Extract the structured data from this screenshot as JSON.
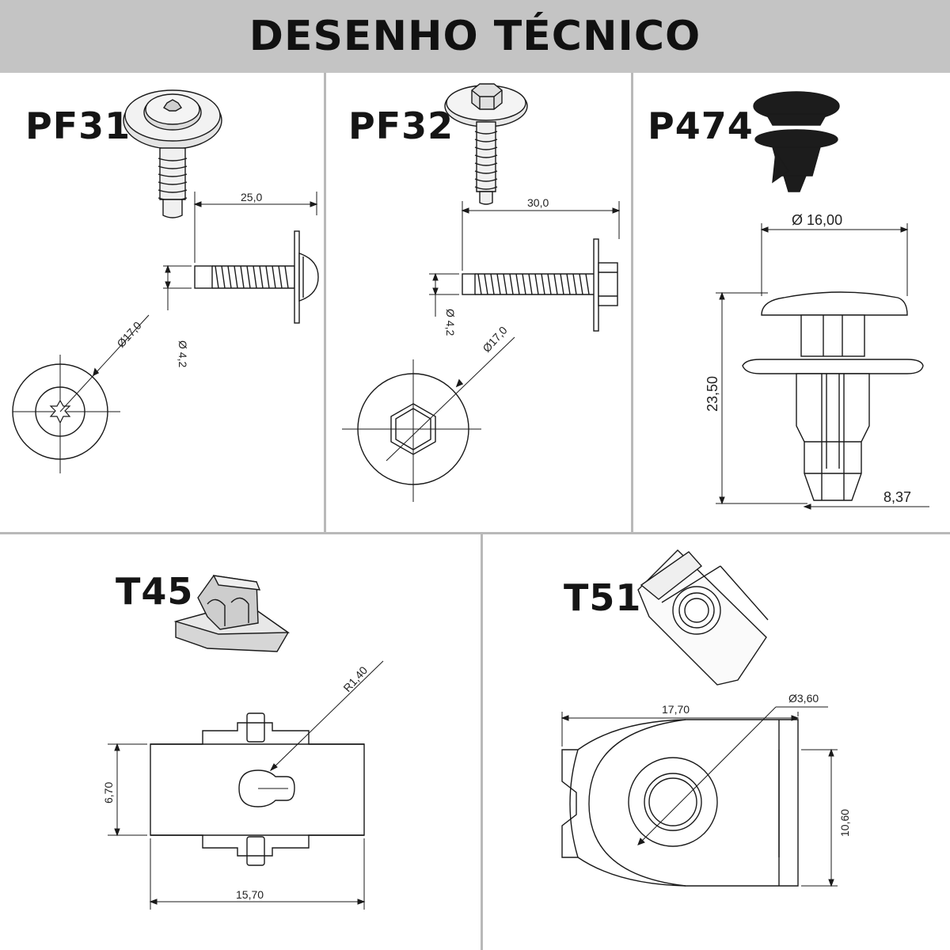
{
  "title": "DESENHO TÉCNICO",
  "parts": {
    "pf31": {
      "code": "PF31",
      "length": "25,0",
      "thread_diameter": "4,2",
      "head_diameter": "17,0"
    },
    "pf32": {
      "code": "PF32",
      "length": "30,0",
      "thread_diameter": "4,2",
      "head_diameter": "17,0"
    },
    "p474": {
      "code": "P474",
      "head_diameter": "16,00",
      "height": "23,50",
      "stem_width": "8,37",
      "diameter_symbol": "Ø"
    },
    "t45": {
      "code": "T45",
      "radius": "R1,40",
      "height": "6,70",
      "width": "15,70"
    },
    "t51": {
      "code": "T51",
      "hole_diameter": "Ø3,60",
      "width": "17,70",
      "height": "10,60"
    }
  },
  "colors": {
    "header_bg": "#c4c4c4",
    "line": "#1a1a1a",
    "divider": "#b9b9b9"
  }
}
